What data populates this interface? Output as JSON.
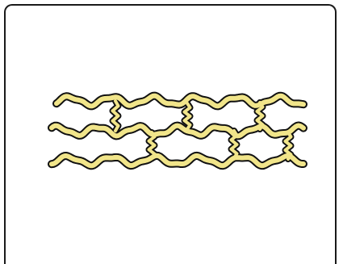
{
  "diagram": {
    "subject": "crosslinked-polymer-chains",
    "chain_count": 3,
    "crosslink_count": 6,
    "colors": {
      "chain_fill": "#f1e58a",
      "outline": "#111111",
      "background": "#ffffff",
      "frame": "#1a1a1a"
    }
  }
}
